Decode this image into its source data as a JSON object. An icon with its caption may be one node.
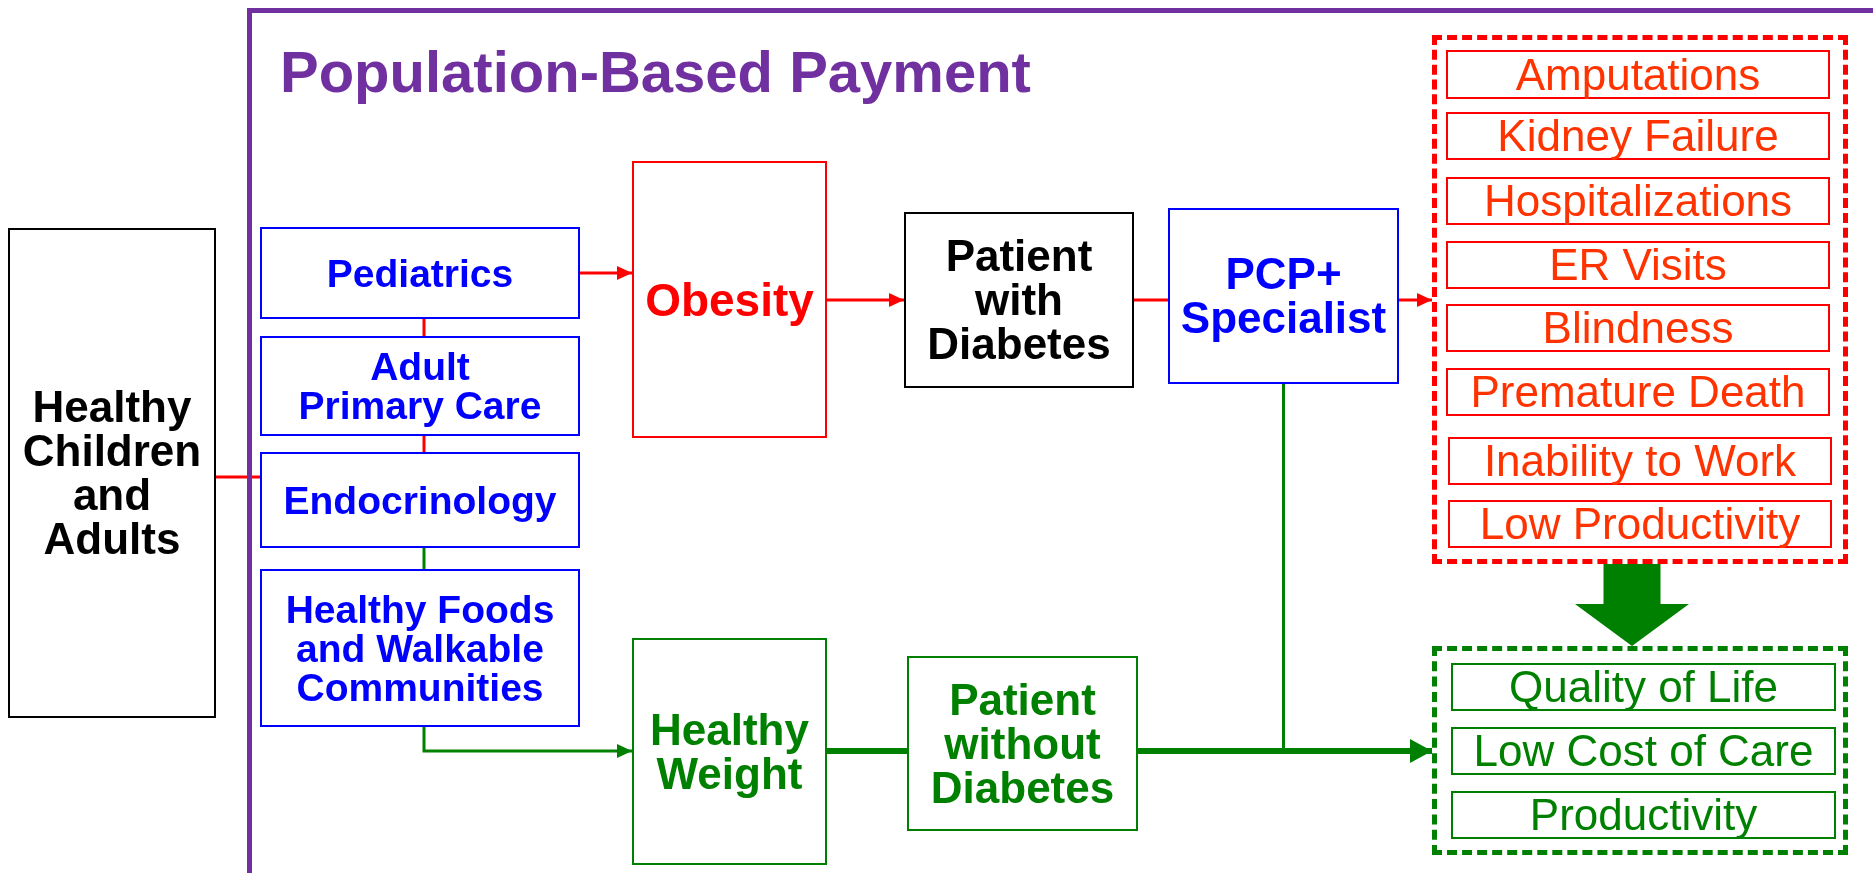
{
  "diagram": {
    "nodes": [
      {
        "text": [
          "Healthy Children and Adults"
        ]
      },
      {
        "text": [
          "Population-Based Payment"
        ]
      },
      {
        "text": [
          "Pediatrics"
        ],
        "in": 1
      },
      {
        "text": [
          "Adult Primary Care"
        ],
        "in": 1
      },
      {
        "text": [
          "Endocrinology"
        ],
        "in": 1
      },
      {
        "text": [
          "Healthy Foods and Walkable Communities"
        ],
        "in": 1
      },
      {
        "text": [
          "Obesity"
        ],
        "in": 1
      },
      {
        "text": [
          "Patient with Diabetes"
        ],
        "in": 1
      },
      {
        "text": [
          "PCP+ Specialist"
        ],
        "in": 1
      },
      {
        "text": [
          "Healthy Weight"
        ],
        "in": 1
      },
      {
        "text": [
          "Patient without Diabetes"
        ],
        "in": 1
      },
      {
        "text": [],
        "shape": "box",
        "in": 1
      },
      {
        "text": [
          "Amputations"
        ],
        "in": 11
      },
      {
        "text": [
          "Kidney Failure"
        ],
        "in": 11
      },
      {
        "text": [
          "Hospitalizations"
        ],
        "in": 11
      },
      {
        "text": [
          "ER Visits"
        ],
        "in": 11
      },
      {
        "text": [
          "Blindness"
        ],
        "in": 11
      },
      {
        "text": [
          "Premature Death"
        ],
        "in": 11
      },
      {
        "text": [
          "Inability to Work"
        ],
        "in": 11
      },
      {
        "text": [
          "Low Productivity"
        ],
        "in": 11
      },
      {
        "text": [],
        "shape": "box",
        "in": 1
      },
      {
        "text": [
          "Quality of Life"
        ],
        "in": 20
      },
      {
        "text": [
          "Low Cost of Care"
        ],
        "in": 20
      },
      {
        "text": [
          "Productivity"
        ],
        "in": 20
      }
    ],
    "edges": [
      {
        "from": 0,
        "to": 4,
        "arrow": "none",
        "color": "#ff0000"
      },
      {
        "from": 2,
        "to": 3,
        "arrow": "none",
        "color": "#ff0000"
      },
      {
        "from": 3,
        "to": 4,
        "arrow": "none",
        "color": "#ff0000"
      },
      {
        "from": 4,
        "to": 5,
        "arrow": "none",
        "color": "#008000"
      },
      {
        "from": 2,
        "to": 6,
        "arrow": "to",
        "color": "#ff0000"
      },
      {
        "from": 6,
        "to": 7,
        "arrow": "to",
        "color": "#ff0000"
      },
      {
        "from": 7,
        "to": 8,
        "arrow": "none",
        "color": "#ff0000"
      },
      {
        "from": 8,
        "to": 11,
        "arrow": "to",
        "color": "#ff0000"
      },
      {
        "from": 5,
        "to": 9,
        "arrow": "to",
        "color": "#008000"
      },
      {
        "from": 9,
        "to": 10,
        "arrow": "none",
        "style": "thick",
        "color": "#008000"
      },
      {
        "from": 10,
        "to": 20,
        "arrow": "to",
        "style": "thick",
        "color": "#008000"
      },
      {
        "from": 8,
        "to": 20,
        "arrow": "to",
        "color": "#008000"
      },
      {
        "from": 11,
        "to": 20,
        "arrow": "to",
        "style": "thick",
        "color": "#008000"
      }
    ]
  }
}
